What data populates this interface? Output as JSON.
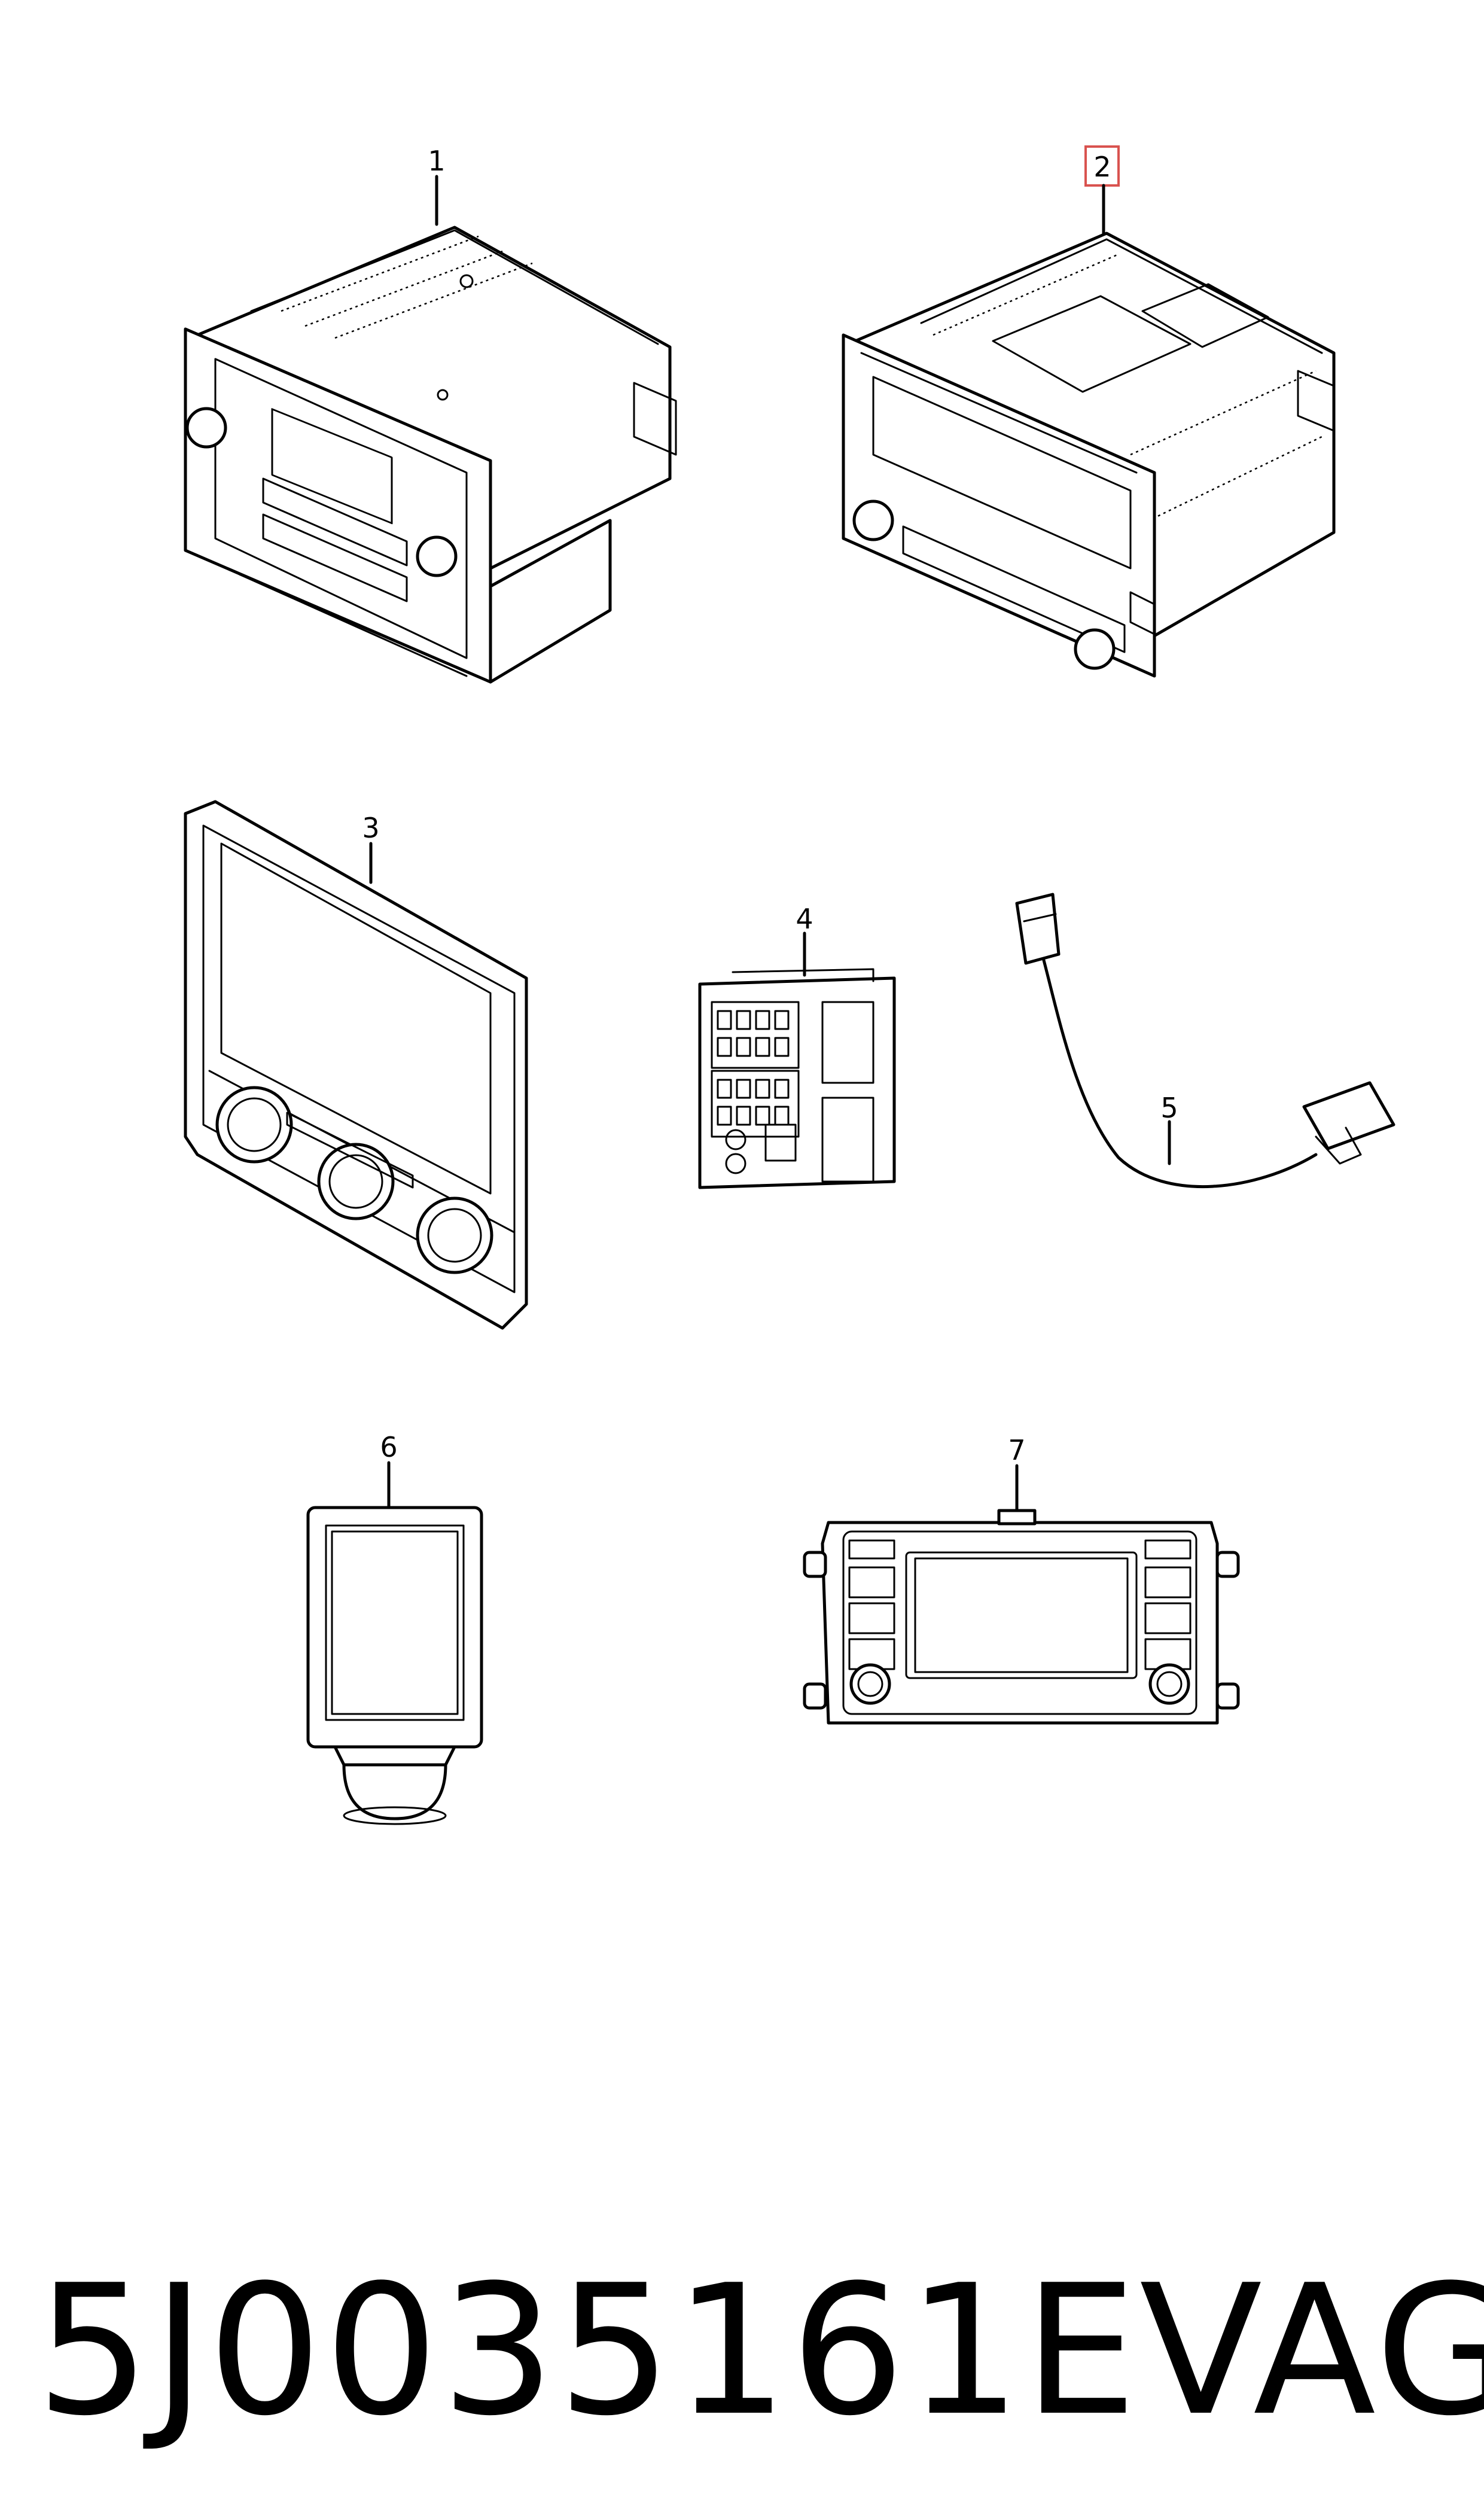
{
  "callouts": {
    "c1": "1",
    "c2": "2",
    "c3": "3",
    "c4": "4",
    "c5": "5",
    "c6": "6",
    "c7": "7"
  },
  "footer": {
    "part_number": "5J0035161E",
    "brand": "VAG"
  },
  "colors": {
    "line": "#000000",
    "highlight": "#d9534f",
    "background": "#ffffff"
  }
}
